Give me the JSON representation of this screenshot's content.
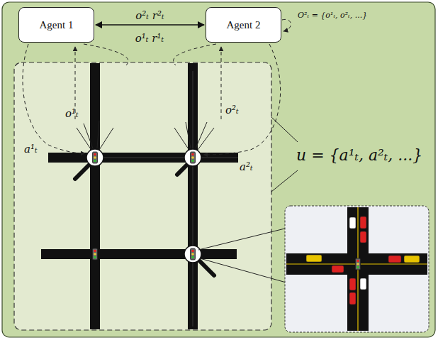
{
  "diagram": {
    "nodes": [
      {
        "text": [
          "Agent 1"
        ]
      },
      {
        "text": [
          "Agent 2"
        ]
      }
    ],
    "edges": [
      {
        "from": 0,
        "to": 1,
        "arrow": "both",
        "label": "o²ₜ   r²ₜ"
      }
    ],
    "labels": [
      "o¹ₜ   r¹ₜ",
      "O²ₜ = {o¹ₜ, o²ₜ, ...}",
      "o¹ₜ",
      "a¹ₜ",
      "o²ₜ",
      "a²ₜ",
      "u = {a¹ₜ, a²ₜ, ...}"
    ]
  }
}
